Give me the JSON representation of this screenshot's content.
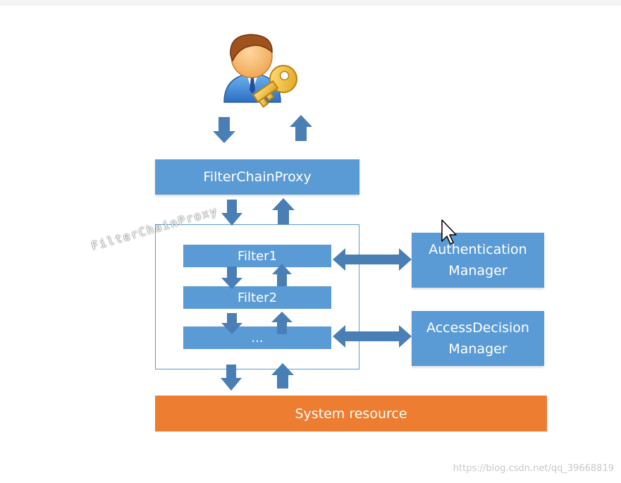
{
  "diagram": {
    "filter_chain_proxy_box": "FilterChainProxy",
    "filter_chain_proxy_label": "FilterChainProxy",
    "filters": [
      "Filter1",
      "Filter2",
      "..."
    ],
    "authentication_manager": [
      "Authentication",
      "Manager"
    ],
    "access_decision_manager": [
      "AccessDecision",
      "Manager"
    ],
    "system_resource": "System resource"
  },
  "watermark": "https://blog.csdn.net/qq_39668819",
  "colors": {
    "box_blue": "#5b9bd5",
    "arrow_blue": "#4a7fb5",
    "resource_orange": "#ed7d31"
  },
  "icons": [
    "user-with-key-icon",
    "cursor-arrow-icon"
  ]
}
